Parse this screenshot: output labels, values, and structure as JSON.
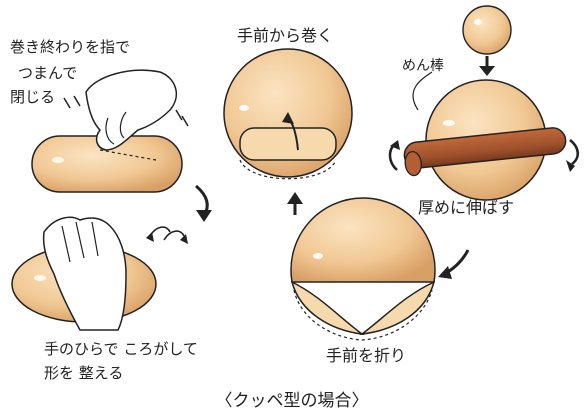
{
  "diagram": {
    "steps": [
      {
        "id": "roll-from-front",
        "label": "手前から巻く"
      },
      {
        "id": "stretch-thick",
        "label": "厚めに伸ばす",
        "tool_label": "めん棒"
      },
      {
        "id": "fold-front",
        "label": "手前を折り"
      },
      {
        "id": "pinch-close",
        "label_lines": [
          "巻き終わりを指で",
          "つまんで",
          "閉じる"
        ]
      },
      {
        "id": "shape-by-rolling",
        "label_lines": [
          "手のひらで ころがして",
          "形を 整える"
        ]
      }
    ],
    "caption": "〈クッペ型の場合〉",
    "colors": {
      "dough": "#f1c894",
      "dough_shadow": "#d9a066",
      "rolling_pin": "#a0522d",
      "hand": "#ffffff",
      "ink": "#222222"
    }
  }
}
